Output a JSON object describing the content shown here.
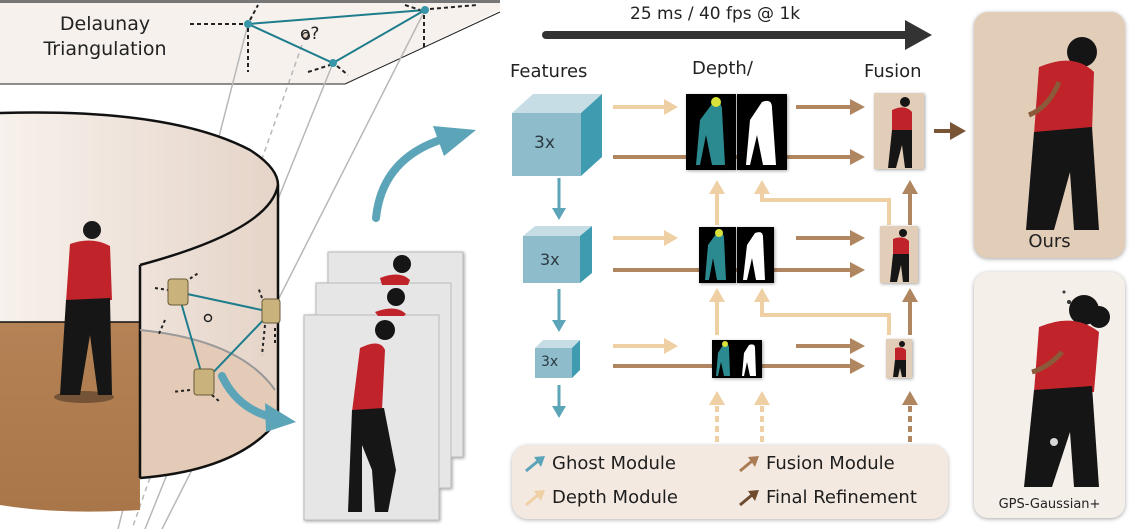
{
  "figure": {
    "delaunay_title_line1": "Delaunay",
    "delaunay_title_line2": "Triangulation",
    "query_point_label": "o?",
    "speed_label": "25 ms / 40 fps @ 1k",
    "stages": {
      "features": "Features",
      "depth": "Depth/",
      "fusion": "Fusion"
    },
    "cube_labels": [
      "3x",
      "3x",
      "3x"
    ],
    "pyramid_levels": 3,
    "input_views": 3,
    "comparison": {
      "ours_label": "Ours",
      "baseline_label": "GPS-Gaussian+"
    },
    "legend": [
      {
        "label": "Ghost Module",
        "color": "#5ca4b8"
      },
      {
        "label": "Fusion Module",
        "color": "#a97c55"
      },
      {
        "label": "Depth Module",
        "color": "#efcfa4"
      },
      {
        "label": "Final Refinement",
        "color": "#6e4a2e"
      }
    ],
    "colors": {
      "ghost": "#5ca4b8",
      "depth": "#efcfa4",
      "fusion": "#b08660",
      "final": "#7a5535",
      "triangulation": "#1e7d8c",
      "speed_arrow": "#333333",
      "cube_front": "#8fbccb",
      "cube_top": "#c6dde5",
      "cube_side": "#3f9cb0"
    }
  }
}
